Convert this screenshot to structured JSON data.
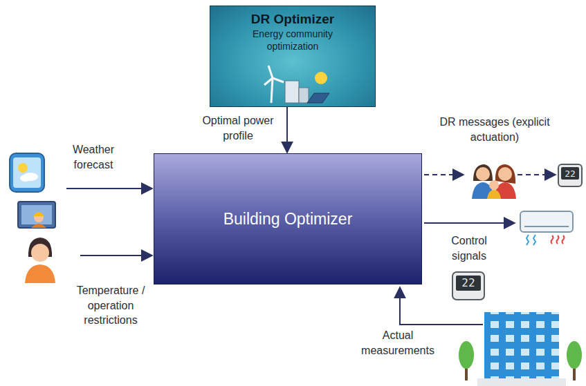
{
  "diagram": {
    "nodes": [
      {
        "text": [
          "DR Optimizer",
          "Energy community optimization"
        ]
      },
      {
        "text": [
          "Building Optimizer"
        ]
      }
    ],
    "edges": [
      {
        "from": 0,
        "to": 1,
        "arrow": "to",
        "label": "Optimal power profile"
      }
    ],
    "labels": [
      "Weather forecast",
      "Temperature / operation restrictions",
      "DR messages (explicit actuation)",
      "22",
      "Control signals",
      "22",
      "Actual measurements"
    ]
  }
}
